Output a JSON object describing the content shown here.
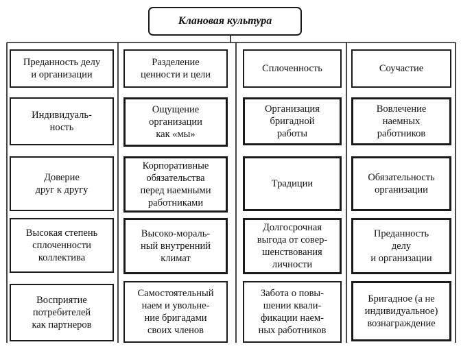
{
  "title": "Клановая культура",
  "columns": [
    {
      "header": "Преданность делу\nи организации",
      "cells": [
        "Индивидуаль-\nность",
        "Доверие\nдруг к другу",
        "Высокая степень\nсплоченности\nколлектива",
        "Восприятие\nпотребителей\nкак партнеров"
      ]
    },
    {
      "header": "Разделение\nценности и цели",
      "cells": [
        "Ощущение\nорганизации\nкак «мы»",
        "Корпоративные\nобязательства\nперед наемными\nработниками",
        "Высоко-мораль-\nный внутренний\nклимат",
        "Самостоятельный\nнаем и увольне-\nние бригадами\nсвоих членов"
      ]
    },
    {
      "header": "Сплоченность",
      "cells": [
        "Организация\nбригадной\nработы",
        "Традиции",
        "Долгосрочная\nвыгода от совер-\nшенствования\nличности",
        "Забота о повы-\nшении квали-\nфикации наем-\nных работников"
      ]
    },
    {
      "header": "Соучастие",
      "cells": [
        "Вовлечение\nнаемных\nработников",
        "Обязательность\nорганизации",
        "Преданность\nделу\nи организации",
        "Бригадное (а не\nиндивидуальное)\nвознаграждение"
      ]
    }
  ]
}
